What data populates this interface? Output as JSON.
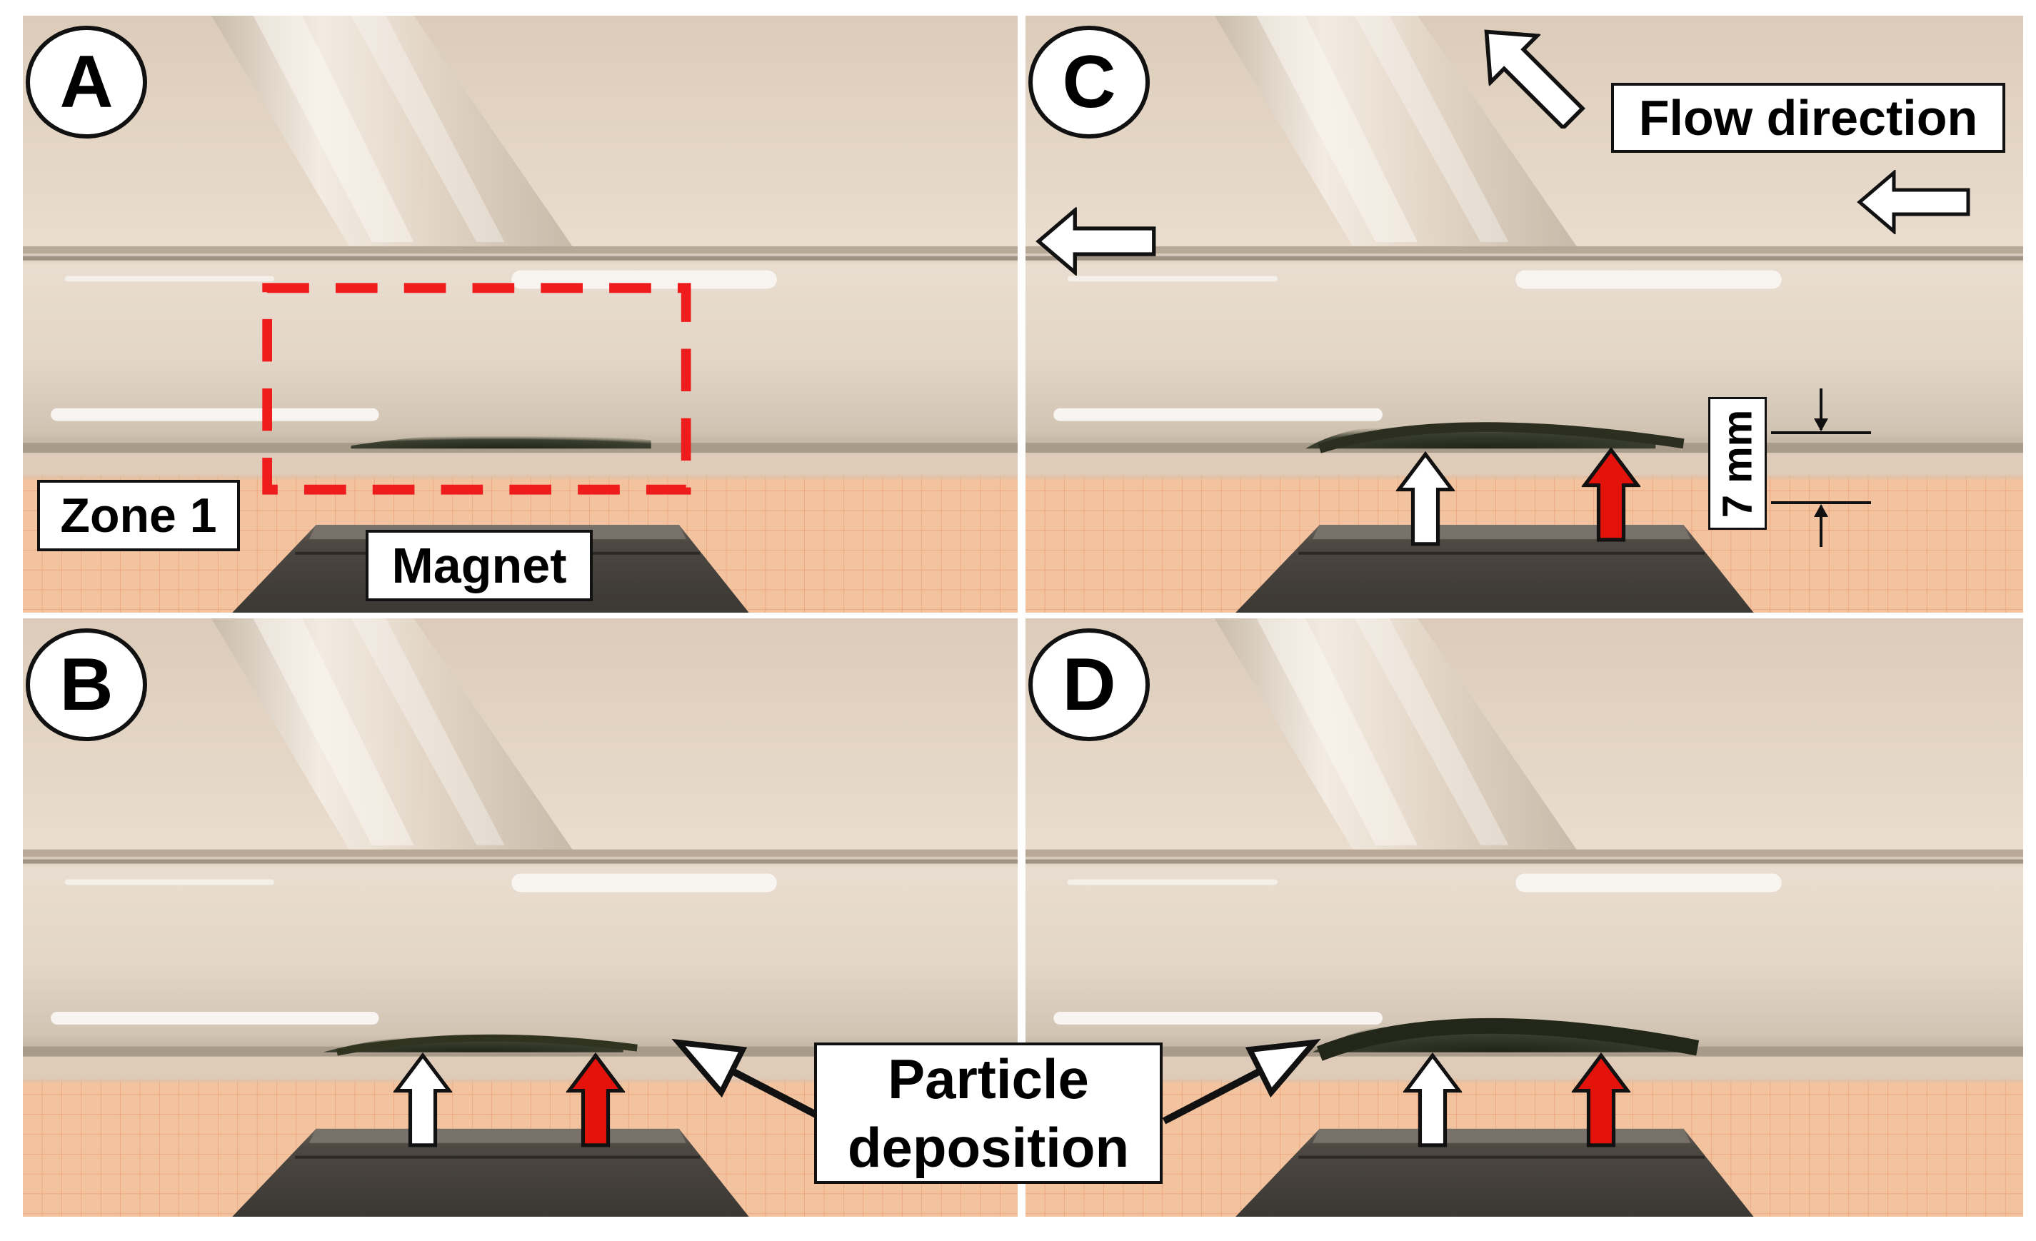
{
  "panels": [
    {
      "id": "A",
      "letter": "A"
    },
    {
      "id": "B",
      "letter": "B"
    },
    {
      "id": "C",
      "letter": "C"
    },
    {
      "id": "D",
      "letter": "D"
    }
  ],
  "labels": {
    "zone": "Zone 1",
    "magnet": "Magnet",
    "flow_direction": "Flow direction",
    "scale": "7 mm",
    "particle_line1": "Particle",
    "particle_line2": "deposition"
  },
  "colors": {
    "red_arrow": "#e3120b",
    "dashed_box": "#ee1c1c",
    "white_arrow": "#ffffff",
    "background_wall": "#e8d8c6",
    "graph_paper": "#f1b58e",
    "magnet": "#4f4a44",
    "deposit": "#2e3222"
  },
  "icons": [
    "white-up-arrow-icon",
    "red-up-arrow-icon",
    "flow-arrow-left-icon",
    "flow-arrow-up-left-icon",
    "deposition-pointer-arrow-icon"
  ]
}
